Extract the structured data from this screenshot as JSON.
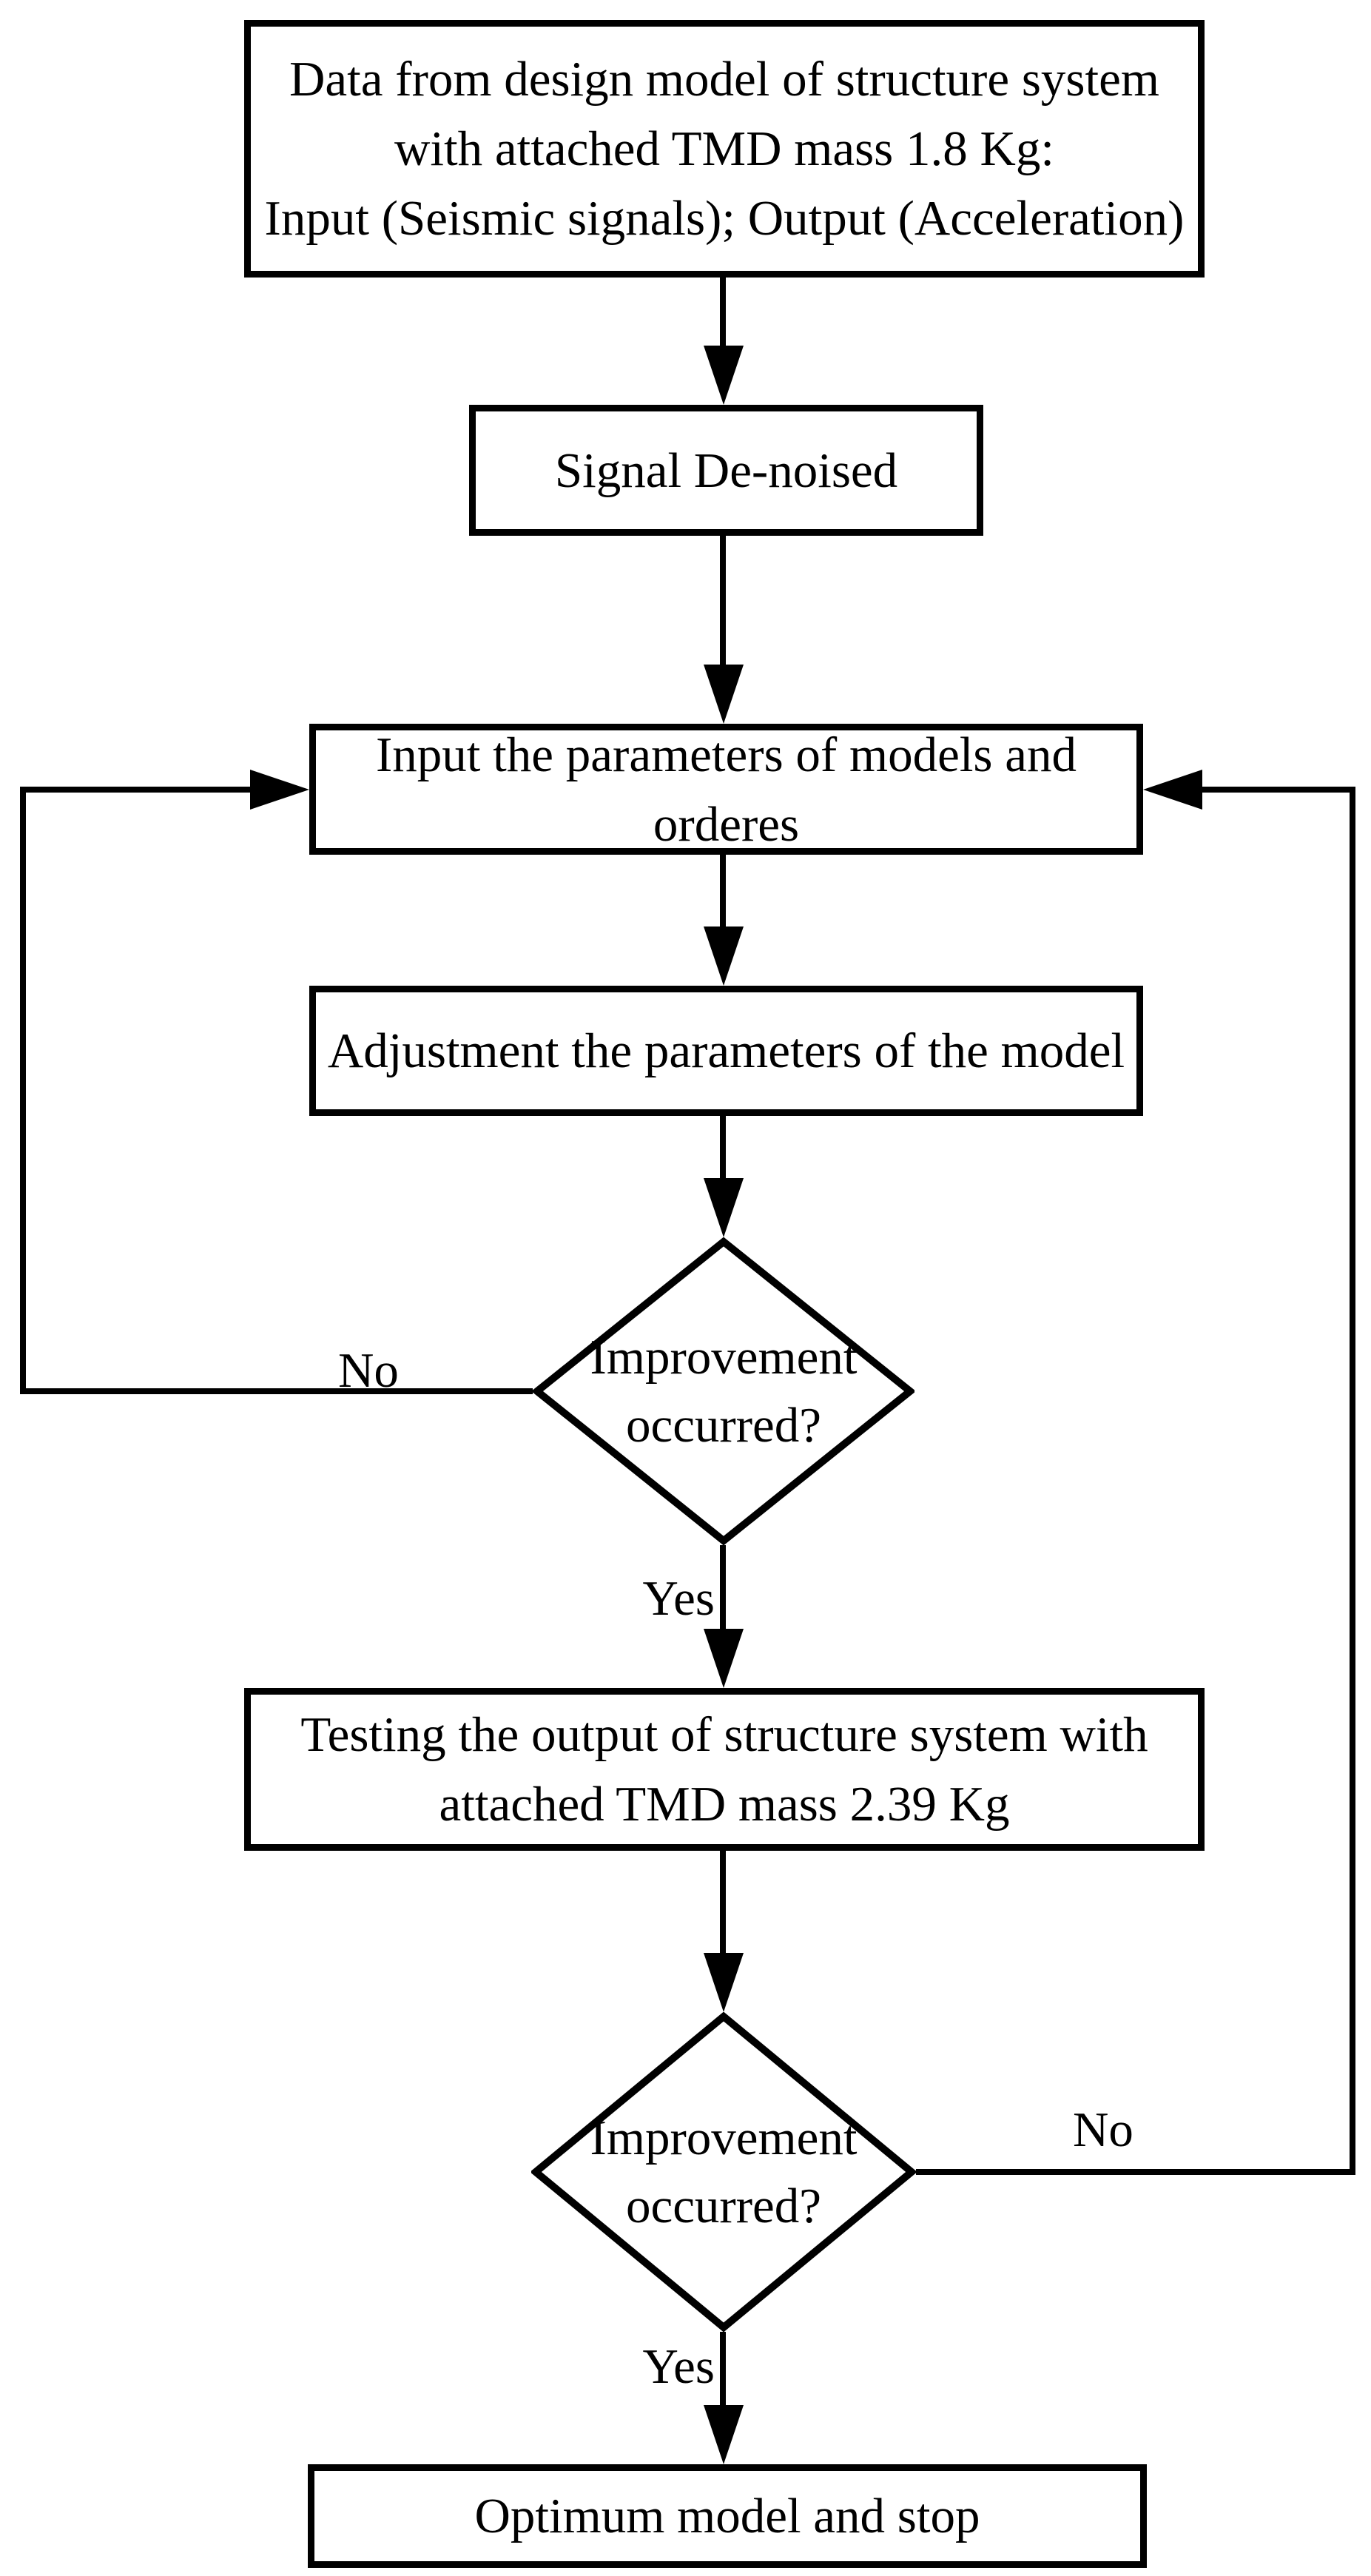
{
  "diagram": {
    "type": "flowchart",
    "colors": {
      "ink": "#000000",
      "paper": "#ffffff"
    },
    "nodes": [
      {
        "id": "data-source",
        "shape": "process",
        "lines": [
          "Data from design model of structure system",
          "with attached TMD mass 1.8 Kg:",
          "Input (Seismic signals); Output (Acceleration)"
        ]
      },
      {
        "id": "signal-denoised",
        "shape": "process",
        "lines": [
          "Signal De-noised"
        ]
      },
      {
        "id": "input-parameters",
        "shape": "process",
        "lines": [
          "Input the parameters of models and",
          "orderes"
        ]
      },
      {
        "id": "adjust-parameters",
        "shape": "process",
        "lines": [
          "Adjustment the parameters of the model"
        ]
      },
      {
        "id": "improvement-check-1",
        "shape": "decision",
        "lines": [
          "Improvement",
          "occurred?"
        ]
      },
      {
        "id": "testing-output",
        "shape": "process",
        "lines": [
          "Testing the output of structure system with",
          "attached TMD mass 2.39 Kg"
        ]
      },
      {
        "id": "improvement-check-2",
        "shape": "decision",
        "lines": [
          "Improvement",
          "occurred?"
        ]
      },
      {
        "id": "optimum-stop",
        "shape": "process",
        "lines": [
          "Optimum model and stop"
        ]
      }
    ],
    "labels": {
      "no1": "No",
      "yes1": "Yes",
      "no2": "No",
      "yes2": "Yes"
    }
  }
}
